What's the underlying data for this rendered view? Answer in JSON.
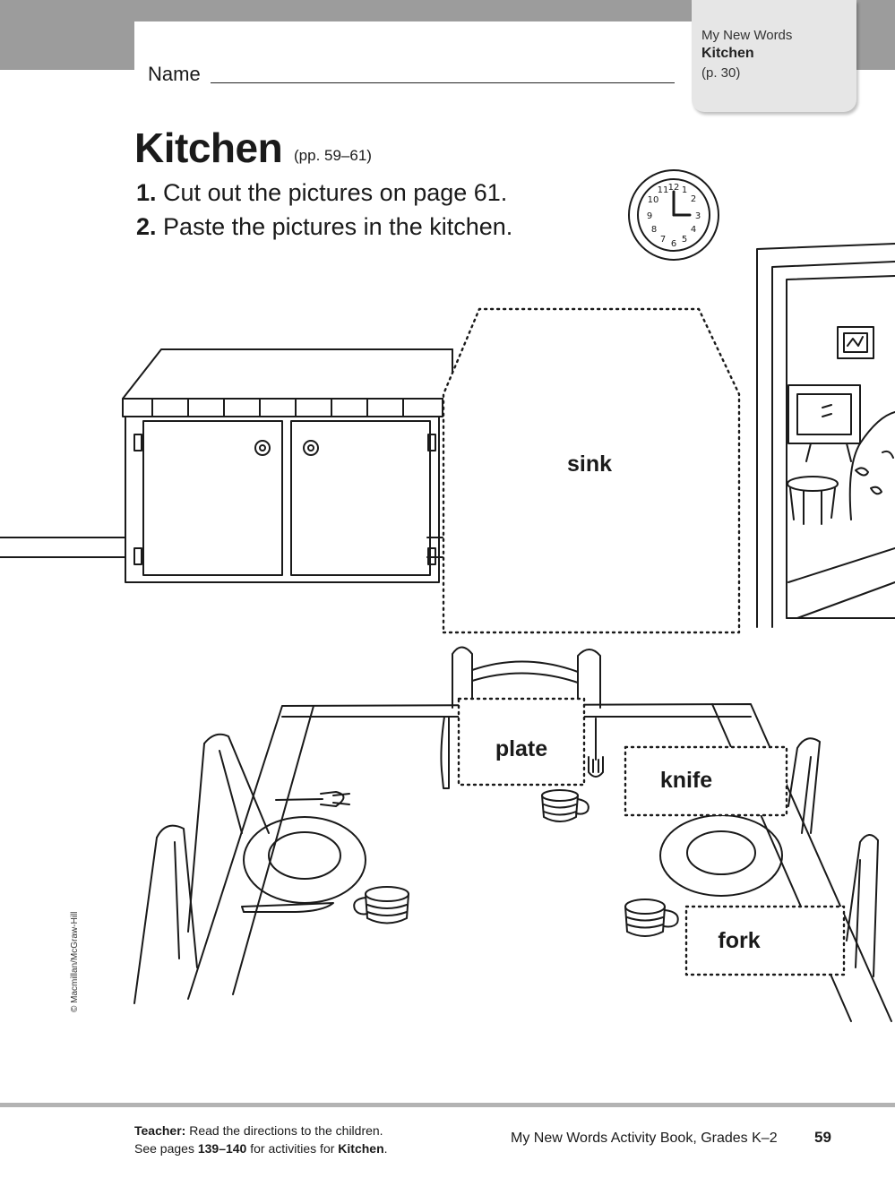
{
  "header": {
    "name_label": "Name",
    "tab": {
      "line1": "My New Words",
      "line2": "Kitchen",
      "line3": "(p. 30)"
    }
  },
  "title": {
    "main": "Kitchen",
    "pages": "(pp. 59–61)"
  },
  "steps": [
    {
      "number": "1.",
      "text": "Cut out the pictures on page 61."
    },
    {
      "number": "2.",
      "text": "Paste the pictures in the kitchen."
    }
  ],
  "labels": {
    "sink": "sink",
    "plate": "plate",
    "knife": "knife",
    "fork": "fork"
  },
  "copyright": "© Macmillan/McGraw-Hill",
  "footer": {
    "teacher_prefix": "Teacher:",
    "teacher_line1": " Read the directions to the children.",
    "teacher_line2_a": "See pages ",
    "teacher_pages": "139–140",
    "teacher_line2_b": " for activities for ",
    "teacher_topic": "Kitchen",
    "teacher_end": ".",
    "book": "My New Words Activity Book, Grades K–2",
    "page_number": "59"
  },
  "icons": [
    "clock-icon",
    "cabinet-illustration",
    "doorway-illustration",
    "table-illustration",
    "chair-illustration",
    "cup-icon",
    "plate-icon",
    "fork-icon",
    "knife-icon"
  ]
}
